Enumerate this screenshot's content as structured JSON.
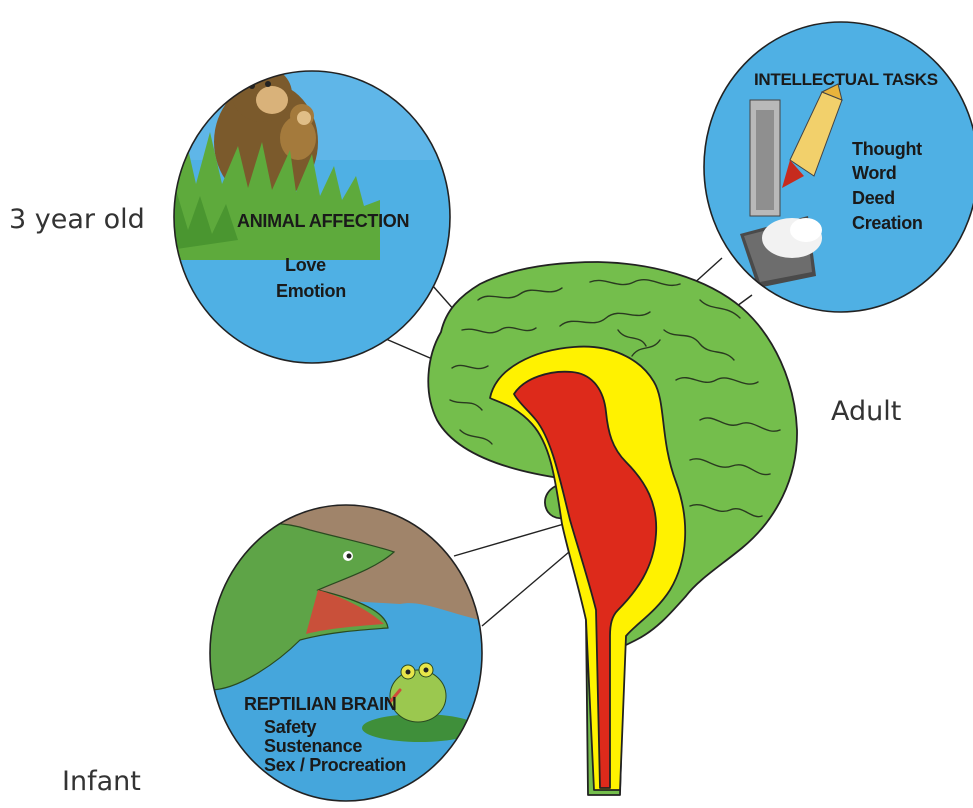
{
  "labels": {
    "three_year_old": "3 year old",
    "adult": "Adult",
    "infant": "Infant"
  },
  "affection_bubble": {
    "title": "ANIMAL AFFECTION",
    "items": [
      "Love",
      "Emotion"
    ]
  },
  "intellectual_bubble": {
    "title": "INTELLECTUAL TASKS",
    "items": [
      "Thought",
      "Word",
      "Deed",
      "Creation"
    ]
  },
  "reptilian_bubble": {
    "title": "REPTILIAN BRAIN",
    "items": [
      "Safety",
      "Sustenance",
      "Sex / Procreation"
    ]
  },
  "colors": {
    "neocortex": "#74be4c",
    "limbic": "#fff200",
    "brainstem": "#dd2a1b",
    "bubble_sky": "#4fb0e4",
    "grass": "#5eaa3c",
    "outline": "#222222"
  },
  "icons": {
    "monkey": "monkey-mother-and-baby-illustration",
    "rocket": "rocket-launch-illustration",
    "crocodile": "crocodile-illustration",
    "frog": "frog-on-lily-pad-illustration"
  }
}
